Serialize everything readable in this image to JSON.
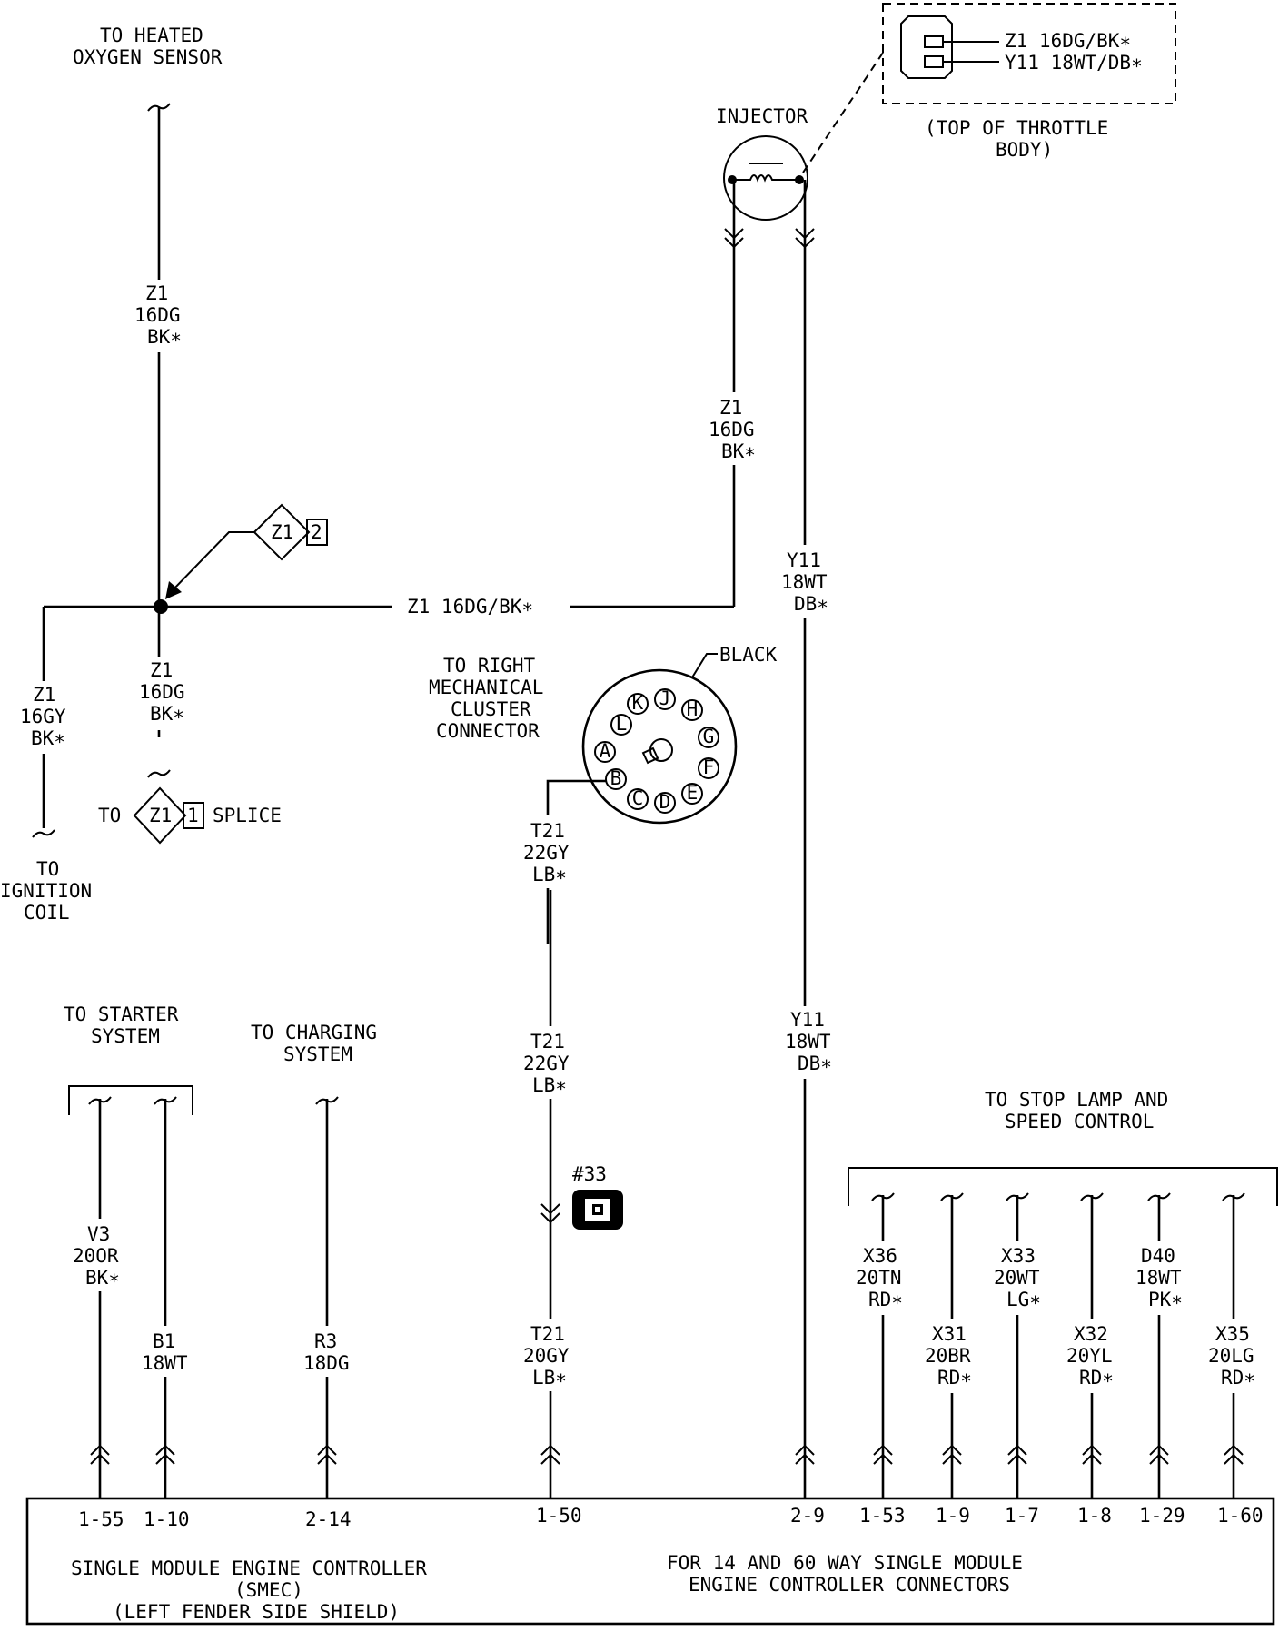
{
  "labels": {
    "heated_o2": [
      "TO HEATED",
      "OXYGEN SENSOR"
    ],
    "z1_o2": [
      "Z1",
      "16DG",
      "BK∗"
    ],
    "z1_splice_to": "TO",
    "splice_word": "SPLICE",
    "z1_16gy": [
      "Z1",
      "16GY",
      "BK∗"
    ],
    "ignition": [
      "TO",
      "IGNITION",
      "COIL"
    ],
    "z1_below": [
      "Z1",
      "16DG",
      "BK∗"
    ],
    "z1_horizontal": "Z1 16DG/BK∗",
    "injector": "INJECTOR",
    "z1_injector": [
      "Z1",
      "16DG",
      "BK∗"
    ],
    "y11_top": [
      "Y11",
      "18WT",
      "DB∗"
    ],
    "y11_bottom": [
      "Y11",
      "18WT",
      "DB∗"
    ],
    "tb_wire1": "Z1 16DG/BK∗",
    "tb_wire2": "Y11 18WT/DB∗",
    "throttle_body": [
      "(TOP OF THROTTLE",
      "BODY)"
    ],
    "cluster": [
      "TO RIGHT",
      "MECHANICAL",
      "CLUSTER",
      "CONNECTOR"
    ],
    "black": "BLACK",
    "pins": [
      "K",
      "J",
      "H",
      "L",
      "G",
      "A",
      "F",
      "B",
      "E",
      "C",
      "D"
    ],
    "t21_upper": [
      "T21",
      "22GY",
      "LB∗"
    ],
    "t21_mid": [
      "T21",
      "22GY",
      "LB∗"
    ],
    "t21_lower": [
      "T21",
      "20GY",
      "LB∗"
    ],
    "ref33": "#33",
    "starter": [
      "TO STARTER",
      "SYSTEM"
    ],
    "charging": [
      "TO CHARGING",
      "SYSTEM"
    ],
    "v3": [
      "V3",
      "20OR",
      "BK∗"
    ],
    "b1": [
      "B1",
      "18WT"
    ],
    "r3": [
      "R3",
      "18DG"
    ],
    "stop_lamp": [
      "TO STOP LAMP AND",
      "SPEED CONTROL"
    ],
    "x36": [
      "X36",
      "20TN",
      "RD∗"
    ],
    "x31": [
      "X31",
      "20BR",
      "RD∗"
    ],
    "x33": [
      "X33",
      "20WT",
      "LG∗"
    ],
    "x32": [
      "X32",
      "20YL",
      "RD∗"
    ],
    "d40": [
      "D40",
      "18WT",
      "PK∗"
    ],
    "x35": [
      "X35",
      "20LG",
      "RD∗"
    ],
    "z1_tag": "Z1",
    "z1_tag_num": "2",
    "z1_splice_num": "1",
    "smec": [
      "SINGLE MODULE ENGINE CONTROLLER",
      "(SMEC)",
      "(LEFT FENDER SIDE SHIELD)"
    ],
    "connectors_note": [
      "FOR 14 AND 60 WAY SINGLE MODULE",
      "ENGINE CONTROLLER CONNECTORS"
    ]
  },
  "pin_labels": [
    "1-55",
    "1-10",
    "2-14",
    "1-50",
    "2-9",
    "1-53",
    "1-9",
    "1-7",
    "1-8",
    "1-29",
    "1-60"
  ]
}
